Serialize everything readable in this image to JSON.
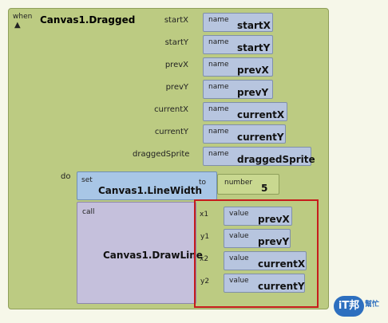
{
  "event": {
    "when_label": "when",
    "title": "Canvas1.Dragged",
    "do_label": "do",
    "params": [
      {
        "label": "startX",
        "key": "name",
        "value": "startX"
      },
      {
        "label": "startY",
        "key": "name",
        "value": "startY"
      },
      {
        "label": "prevX",
        "key": "name",
        "value": "prevX"
      },
      {
        "label": "prevY",
        "key": "name",
        "value": "prevY"
      },
      {
        "label": "currentX",
        "key": "name",
        "value": "currentX"
      },
      {
        "label": "currentY",
        "key": "name",
        "value": "currentY"
      },
      {
        "label": "draggedSprite",
        "key": "name",
        "value": "draggedSprite"
      }
    ]
  },
  "set_block": {
    "set_label": "set",
    "property": "Canvas1.LineWidth",
    "to_label": "to"
  },
  "number_block": {
    "key": "number",
    "value": "5"
  },
  "call_block": {
    "call_label": "call",
    "method": "Canvas1.DrawLine",
    "args": [
      {
        "label": "x1",
        "key": "value",
        "value": "prevX"
      },
      {
        "label": "y1",
        "key": "value",
        "value": "prevY"
      },
      {
        "label": "x2",
        "key": "value",
        "value": "currentX"
      },
      {
        "label": "y2",
        "key": "value",
        "value": "currentY"
      }
    ]
  },
  "watermark": {
    "logo": "iT邦",
    "sub": "幫忙"
  },
  "colors": {
    "event_green": "#bccb82",
    "name_blue": "#b7c5df",
    "set_blue": "#a8c6e6",
    "call_purple": "#c5c0dc",
    "number_green": "#c9d890",
    "highlight_red": "#c61c1c"
  }
}
